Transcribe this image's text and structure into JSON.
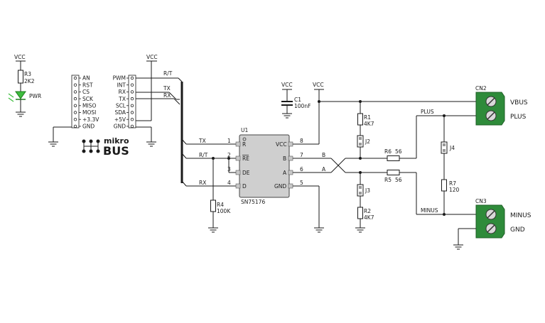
{
  "power": {
    "vcc": "VCC"
  },
  "r3": {
    "ref": "R3",
    "value": "2K2"
  },
  "led": {
    "label": "PWR",
    "color": "#3dbd3d"
  },
  "mikrobus": {
    "left_pins": [
      "AN",
      "RST",
      "CS",
      "SCK",
      "MISO",
      "MOSI",
      "+3.3V",
      "GND"
    ],
    "right_pins": [
      "PWM",
      "INT",
      "RX",
      "TX",
      "SCL",
      "SDA",
      "+5V",
      "GND"
    ],
    "logo_top": "mikro",
    "logo_bottom": "BUS"
  },
  "nets": {
    "rt": "R/T",
    "tx": "TX",
    "rx": "RX",
    "a": "A",
    "b": "B",
    "plus": "PLUS",
    "minus": "MINUS"
  },
  "u1": {
    "ref": "U1",
    "part": "SN75176",
    "left_pins": [
      {
        "num": "1",
        "name": "R"
      },
      {
        "num": "2",
        "name": "RE"
      },
      {
        "num": "3",
        "name": "DE"
      },
      {
        "num": "4",
        "name": "D"
      }
    ],
    "right_pins": [
      {
        "num": "8",
        "name": "VCC"
      },
      {
        "num": "7",
        "name": "B"
      },
      {
        "num": "6",
        "name": "A"
      },
      {
        "num": "5",
        "name": "GND"
      }
    ]
  },
  "c1": {
    "ref": "C1",
    "value": "100nF"
  },
  "r1": {
    "ref": "R1",
    "value": "4K7"
  },
  "r2": {
    "ref": "R2",
    "value": "4K7"
  },
  "r4": {
    "ref": "R4",
    "value": "100K"
  },
  "r5": {
    "ref": "R5",
    "value": "56"
  },
  "r6": {
    "ref": "R6",
    "value": "56"
  },
  "r7": {
    "ref": "R7",
    "value": "120"
  },
  "jumpers": {
    "j2": "J2",
    "j3": "J3",
    "j4": "J4"
  },
  "cn2": {
    "ref": "CN2",
    "pin1": "VBUS",
    "pin2": "PLUS"
  },
  "cn3": {
    "ref": "CN3",
    "pin1": "MINUS",
    "pin2": "GND"
  }
}
